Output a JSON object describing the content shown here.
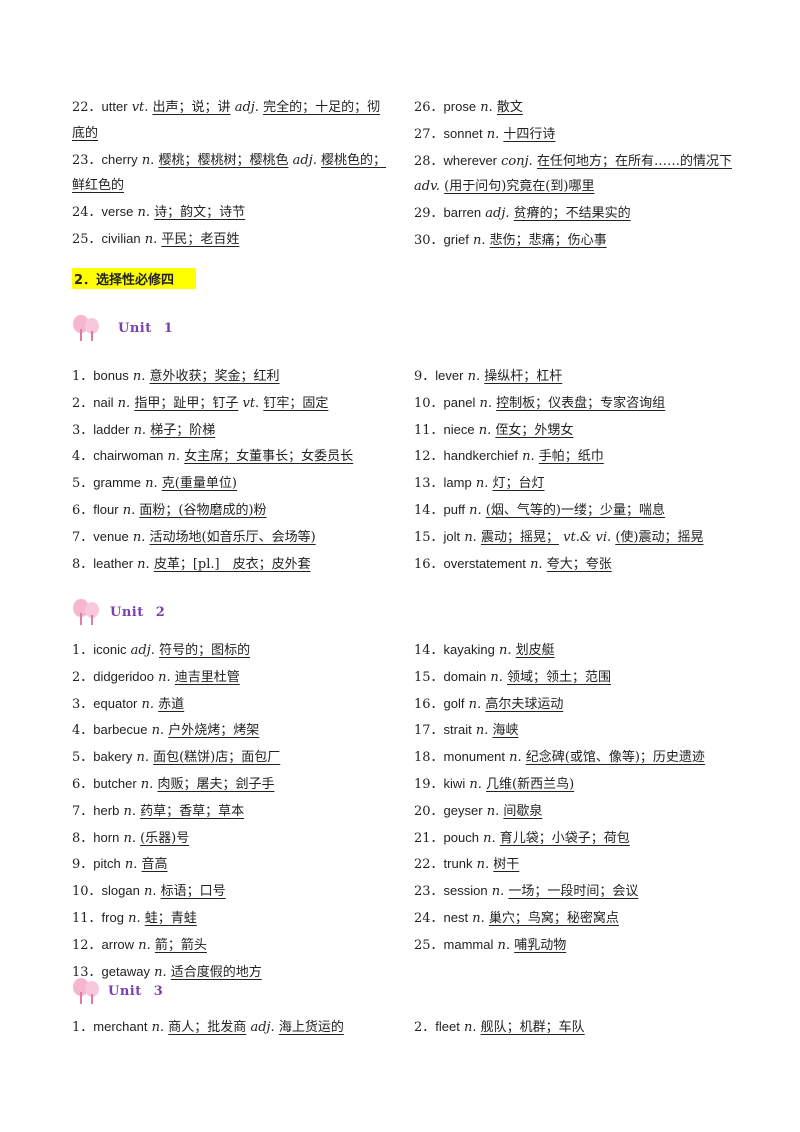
{
  "top": {
    "left": [
      {
        "num": "22．",
        "word": "utter",
        "parts": [
          {
            "pos": "vt."
          },
          {
            "m": "出声；说；讲"
          },
          {
            "pos": "adj."
          },
          {
            "m": "完全的；十足的；彻底的"
          }
        ]
      },
      {
        "num": "23．",
        "word": "cherry",
        "parts": [
          {
            "pos": "n."
          },
          {
            "m": "樱桃；樱桃树；樱桃色"
          },
          {
            "pos": "adj."
          },
          {
            "m": "樱桃色的；鲜红色的"
          }
        ]
      },
      {
        "num": "24．",
        "word": "verse",
        "parts": [
          {
            "pos": "n."
          },
          {
            "m": "诗；韵文；诗节"
          }
        ]
      },
      {
        "num": "25．",
        "word": "civilian",
        "parts": [
          {
            "pos": "n."
          },
          {
            "m": "平民；老百姓"
          }
        ]
      }
    ],
    "right": [
      {
        "num": "26．",
        "word": "prose",
        "parts": [
          {
            "pos": "n."
          },
          {
            "m": "散文"
          }
        ]
      },
      {
        "num": "27．",
        "word": "sonnet",
        "parts": [
          {
            "pos": "n."
          },
          {
            "m": "十四行诗"
          }
        ]
      },
      {
        "num": "28．",
        "word": "wherever",
        "parts": [
          {
            "pos": "conj."
          },
          {
            "m": "在任何地方；在所有……的情况下"
          },
          {
            "pos": "adv."
          },
          {
            "m": "(用于问句)究竟在(到)哪里"
          }
        ]
      },
      {
        "num": "29．",
        "word": "barren",
        "parts": [
          {
            "pos": "adj."
          },
          {
            "m": "贫瘠的；不结果实的"
          }
        ]
      },
      {
        "num": "30．",
        "word": "grief",
        "parts": [
          {
            "pos": "n."
          },
          {
            "m": "悲伤；悲痛；伤心事"
          }
        ]
      }
    ]
  },
  "section_title": "2．选择性必修四",
  "units": [
    {
      "label": "Unit",
      "number": "1",
      "left": [
        {
          "num": "1．",
          "word": "bonus",
          "parts": [
            {
              "pos": "n."
            },
            {
              "m": "意外收获；奖金；红利"
            }
          ]
        },
        {
          "num": "2．",
          "word": "nail",
          "parts": [
            {
              "pos": "n."
            },
            {
              "m": "指甲；趾甲；钉子"
            },
            {
              "pos": "vt."
            },
            {
              "m": "钉牢；固定"
            }
          ]
        },
        {
          "num": "3．",
          "word": "ladder",
          "parts": [
            {
              "pos": "n."
            },
            {
              "m": "梯子；阶梯"
            }
          ]
        },
        {
          "num": "4．",
          "word": "chairwoman",
          "parts": [
            {
              "pos": "n."
            },
            {
              "m": "女主席；女董事长；女委员长"
            }
          ]
        },
        {
          "num": "5．",
          "word": "gramme",
          "parts": [
            {
              "pos": "n."
            },
            {
              "m": "克(重量单位)"
            }
          ]
        },
        {
          "num": "6．",
          "word": "flour",
          "parts": [
            {
              "pos": "n."
            },
            {
              "m": "面粉；(谷物磨成的)粉"
            }
          ]
        },
        {
          "num": "7．",
          "word": "venue",
          "parts": [
            {
              "pos": "n."
            },
            {
              "m": "活动场地(如音乐厅、会场等)"
            }
          ]
        },
        {
          "num": "8．",
          "word": "leather",
          "parts": [
            {
              "pos": "n."
            },
            {
              "m": "皮革；[pl.]　皮衣；皮外套"
            }
          ]
        }
      ],
      "right": [
        {
          "num": "9．",
          "word": "lever",
          "parts": [
            {
              "pos": "n."
            },
            {
              "m": "操纵杆；杠杆"
            }
          ]
        },
        {
          "num": "10．",
          "word": "panel",
          "parts": [
            {
              "pos": "n."
            },
            {
              "m": "控制板；仪表盘；专家咨询组"
            }
          ]
        },
        {
          "num": "11．",
          "word": "niece",
          "parts": [
            {
              "pos": "n."
            },
            {
              "m": "侄女；外甥女"
            }
          ]
        },
        {
          "num": "12．",
          "word": "handkerchief",
          "parts": [
            {
              "pos": "n."
            },
            {
              "m": "手帕；纸巾"
            }
          ]
        },
        {
          "num": "13．",
          "word": "lamp",
          "parts": [
            {
              "pos": "n."
            },
            {
              "m": "灯；台灯"
            }
          ]
        },
        {
          "num": "14．",
          "word": "puff",
          "parts": [
            {
              "pos": "n."
            },
            {
              "m": "(烟、气等的)一缕；少量；喘息"
            }
          ]
        },
        {
          "num": "15．",
          "word": "jolt",
          "parts": [
            {
              "pos": "n."
            },
            {
              "m": "震动；摇晃；"
            },
            {
              "pos": "vt.& vi."
            },
            {
              "m": "(使)震动；摇晃"
            }
          ]
        },
        {
          "num": "16．",
          "word": "overstatement",
          "parts": [
            {
              "pos": "n."
            },
            {
              "m": "夸大；夸张"
            }
          ]
        }
      ]
    },
    {
      "label": "Unit",
      "number": "2",
      "left": [
        {
          "num": "1．",
          "word": "iconic",
          "parts": [
            {
              "pos": "adj."
            },
            {
              "m": "符号的；图标的"
            }
          ]
        },
        {
          "num": "2．",
          "word": "didgeridoo",
          "parts": [
            {
              "pos": "n."
            },
            {
              "m": "迪吉里杜管"
            }
          ]
        },
        {
          "num": "3．",
          "word": "equator",
          "parts": [
            {
              "pos": "n."
            },
            {
              "m": "赤道"
            }
          ]
        },
        {
          "num": "4．",
          "word": "barbecue",
          "parts": [
            {
              "pos": "n."
            },
            {
              "m": "户外烧烤；烤架"
            }
          ]
        },
        {
          "num": "5．",
          "word": "bakery",
          "parts": [
            {
              "pos": "n."
            },
            {
              "m": "面包(糕饼)店；面包厂"
            }
          ]
        },
        {
          "num": "6．",
          "word": "butcher",
          "parts": [
            {
              "pos": "n."
            },
            {
              "m": "肉贩；屠夫；刽子手"
            }
          ]
        },
        {
          "num": "7．",
          "word": "herb",
          "parts": [
            {
              "pos": "n."
            },
            {
              "m": "药草；香草；草本"
            }
          ]
        },
        {
          "num": "8．",
          "word": "horn",
          "parts": [
            {
              "pos": "n."
            },
            {
              "m": "(乐器)号"
            }
          ]
        },
        {
          "num": "9．",
          "word": "pitch",
          "parts": [
            {
              "pos": "n."
            },
            {
              "m": "音高"
            }
          ]
        },
        {
          "num": "10．",
          "word": "slogan",
          "parts": [
            {
              "pos": "n."
            },
            {
              "m": "标语；口号"
            }
          ]
        },
        {
          "num": "11．",
          "word": "frog",
          "parts": [
            {
              "pos": "n."
            },
            {
              "m": "蛙；青蛙"
            }
          ]
        },
        {
          "num": "12．",
          "word": "arrow",
          "parts": [
            {
              "pos": "n."
            },
            {
              "m": "箭；箭头"
            }
          ]
        },
        {
          "num": "13．",
          "word": "getaway",
          "parts": [
            {
              "pos": "n."
            },
            {
              "m": "适合度假的地方"
            }
          ]
        }
      ],
      "right": [
        {
          "num": "14．",
          "word": "kayaking",
          "parts": [
            {
              "pos": "n."
            },
            {
              "m": "划皮艇"
            }
          ]
        },
        {
          "num": "15．",
          "word": "domain",
          "parts": [
            {
              "pos": "n."
            },
            {
              "m": "领域；领土；范围"
            }
          ]
        },
        {
          "num": "16．",
          "word": "golf",
          "parts": [
            {
              "pos": "n."
            },
            {
              "m": "高尔夫球运动"
            }
          ]
        },
        {
          "num": "17．",
          "word": "strait",
          "parts": [
            {
              "pos": "n."
            },
            {
              "m": "海峡"
            }
          ]
        },
        {
          "num": "18．",
          "word": "monument",
          "parts": [
            {
              "pos": "n."
            },
            {
              "m": "纪念碑(或馆、像等)；历史遗迹"
            }
          ]
        },
        {
          "num": "19．",
          "word": "kiwi",
          "parts": [
            {
              "pos": "n."
            },
            {
              "m": "几维(新西兰鸟)"
            }
          ]
        },
        {
          "num": "20．",
          "word": "geyser",
          "parts": [
            {
              "pos": "n."
            },
            {
              "m": "间歇泉"
            }
          ]
        },
        {
          "num": "21．",
          "word": "pouch",
          "parts": [
            {
              "pos": "n."
            },
            {
              "m": "育儿袋；小袋子；荷包"
            }
          ]
        },
        {
          "num": "22．",
          "word": "trunk",
          "parts": [
            {
              "pos": "n."
            },
            {
              "m": "树干"
            }
          ]
        },
        {
          "num": "23．",
          "word": "session",
          "parts": [
            {
              "pos": "n."
            },
            {
              "m": "一场；一段时间；会议"
            }
          ]
        },
        {
          "num": "24．",
          "word": "nest",
          "parts": [
            {
              "pos": "n."
            },
            {
              "m": "巢穴；鸟窝；秘密窝点"
            }
          ]
        },
        {
          "num": "25．",
          "word": "mammal",
          "parts": [
            {
              "pos": "n."
            },
            {
              "m": "哺乳动物"
            }
          ]
        }
      ]
    },
    {
      "label": "Unit",
      "number": "3",
      "left": [
        {
          "num": "1．",
          "word": "merchant",
          "parts": [
            {
              "pos": "n."
            },
            {
              "m": "商人；批发商"
            },
            {
              "pos": "adj."
            },
            {
              "m": "海上货运的"
            }
          ]
        }
      ],
      "right": [
        {
          "num": "2．",
          "word": "fleet",
          "parts": [
            {
              "pos": "n."
            },
            {
              "m": "舰队；机群；车队"
            }
          ]
        }
      ]
    }
  ],
  "colors": {
    "unit_label": "#7a3fb0",
    "highlight": "#ffff00",
    "tree_pink": "#f7b6cf"
  }
}
